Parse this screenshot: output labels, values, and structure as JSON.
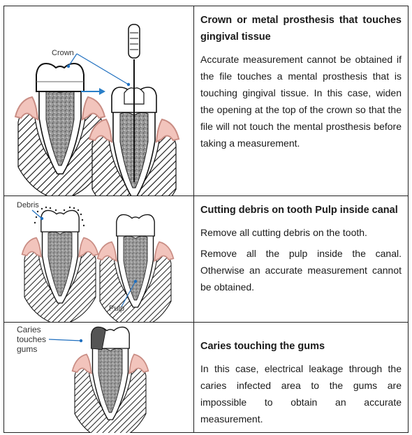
{
  "rows": [
    {
      "title": "Crown or metal prosthesis that touches gingival tissue",
      "paragraphs": [
        "Accurate measurement cannot be obtained if the file touches a mental prosthesis that is touching gingival tissue. In this case, widen the opening at the top of the crown so that the file will not touch the mental prosthesis before taking a measurement."
      ],
      "labels": [
        "Crown"
      ]
    },
    {
      "title": "Cutting debris on tooth Pulp inside canal",
      "paragraphs": [
        "Remove all cutting debris on the tooth.",
        "Remove all the pulp inside the canal. Otherwise an accurate measurement cannot be obtained."
      ],
      "labels": [
        "Debris",
        "Pulp"
      ]
    },
    {
      "title": "Caries touching the gums",
      "paragraphs": [
        "In this case, electrical leakage through the caries infected area to the gums are impossible to obtain an accurate measurement."
      ],
      "labels": [
        "Caries",
        "touches",
        "gums"
      ]
    }
  ],
  "colors": {
    "gum": "#f2c4bc",
    "gum_edge": "#c98d84",
    "arrow": "#2a7fc8",
    "pointer": "#1f6fbf",
    "caries": "#555555"
  }
}
